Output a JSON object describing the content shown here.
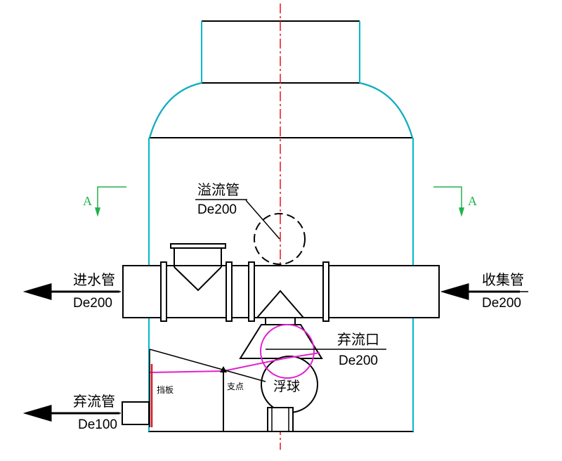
{
  "labels": {
    "overflow_pipe": "溢流管",
    "overflow_pipe_size": "De200",
    "inlet_pipe": "进水管",
    "inlet_pipe_size": "De200",
    "collect_pipe": "收集管",
    "collect_pipe_size": "De200",
    "diverter_outlet": "弃流口",
    "diverter_outlet_size": "De200",
    "discard_pipe": "弃流管",
    "discard_pipe_size": "De100",
    "baffle": "挡板",
    "fulcrum": "支点",
    "float_ball": "浮球",
    "section_left": "A",
    "section_right": "A"
  },
  "colors": {
    "outline": "#000000",
    "wall": "#00b7c8",
    "center_line": "#e0141e",
    "magenta": "#e020d0",
    "red_baffle": "#e0141e",
    "section_mark": "#22b14c"
  }
}
